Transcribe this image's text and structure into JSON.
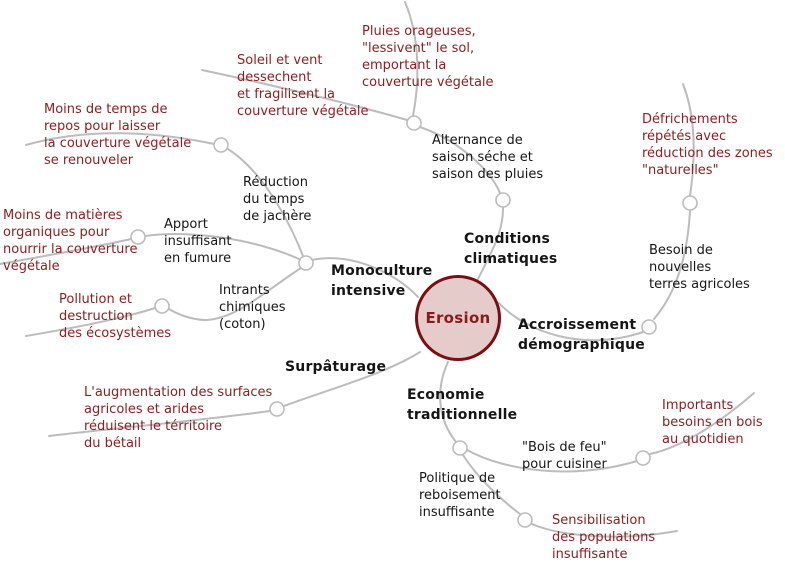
{
  "colors": {
    "curve": "#bcbcbc",
    "text": "#151515",
    "leaf": "#8b2020",
    "center_fill": "#e6cbcb",
    "center_border": "#7a0e10",
    "center_text": "#8b1a1a"
  },
  "mindmap": {
    "root": "Erosion",
    "branches": [
      {
        "label": "Conditions\nclimatiques",
        "children": [
          {
            "label": "Alternance de\nsaison séche et\nsaison des pluies",
            "children": [
              {
                "label": "Soleil et vent\ndessechent\net fragilisent la\ncouverture végétale"
              },
              {
                "label": "Pluies orageuses,\n\"lessivent\" le sol,\nemportant la\ncouverture végétale"
              }
            ]
          }
        ]
      },
      {
        "label": "Monoculture\nintensive",
        "children": [
          {
            "label": "Réduction\ndu temps\nde jachère",
            "children": [
              {
                "label": "Moins de temps de\nrepos pour laisser\nla couverture végétale\nse renouveler"
              }
            ]
          },
          {
            "label": "Apport\ninsuffisant\nen fumure",
            "children": [
              {
                "label": "Moins de matières\norganiques pour\nnourrir la couverture\nvégétale"
              }
            ]
          },
          {
            "label": "Intrants\nchimiques\n(coton)",
            "children": [
              {
                "label": "Pollution et\ndestruction\ndes écosystèmes"
              }
            ]
          }
        ]
      },
      {
        "label": "Accroissement\ndémographique",
        "children": [
          {
            "label": "Besoin de\nnouvelles\nterres agricoles",
            "children": [
              {
                "label": "Défrichements\nrépétés avec\nréduction des zones\n\"naturelles\""
              }
            ]
          }
        ]
      },
      {
        "label": "Economie\ntraditionnelle",
        "children": [
          {
            "label": "\"Bois de feu\"\npour cuisiner",
            "children": [
              {
                "label": "Importants\nbesoins en bois\nau quotidien"
              }
            ]
          },
          {
            "label": "Politique de\nreboisement\ninsuffisante",
            "children": [
              {
                "label": "Sensibilisation\ndes populations\ninsuffisante"
              }
            ]
          }
        ]
      },
      {
        "label": "Surpâturage",
        "children": [
          {
            "label": "L'augmentation des surfaces\nagricoles et arides\nréduisent le térritoire\ndu bétail"
          }
        ]
      }
    ]
  }
}
